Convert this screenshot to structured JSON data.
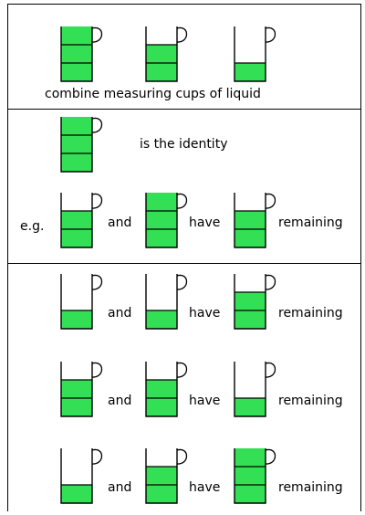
{
  "colors": {
    "liquid": "#33e055",
    "stroke": "#000000",
    "background": "#ffffff"
  },
  "section1": {
    "caption": "combine measuring cups of liquid",
    "cups": [
      {
        "fill_thirds": 3
      },
      {
        "fill_thirds": 2
      },
      {
        "fill_thirds": 1
      }
    ]
  },
  "section2": {
    "identity_cup": {
      "fill_thirds": 3
    },
    "identity_text": "is the identity",
    "example": {
      "prefix": "e.g.",
      "left": {
        "fill_thirds": 2
      },
      "connector": "and",
      "right": {
        "fill_thirds": 3
      },
      "verb": "have",
      "result": {
        "fill_thirds": 2
      },
      "suffix": "remaining"
    }
  },
  "section3": {
    "rows": [
      {
        "left": {
          "fill_thirds": 1
        },
        "connector": "and",
        "right": {
          "fill_thirds": 1
        },
        "verb": "have",
        "result": {
          "fill_thirds": 2
        },
        "suffix": "remaining"
      },
      {
        "left": {
          "fill_thirds": 2
        },
        "connector": "and",
        "right": {
          "fill_thirds": 2
        },
        "verb": "have",
        "result": {
          "fill_thirds": 1
        },
        "suffix": "remaining"
      },
      {
        "left": {
          "fill_thirds": 1
        },
        "connector": "and",
        "right": {
          "fill_thirds": 2
        },
        "verb": "have",
        "result": {
          "fill_thirds": 3
        },
        "suffix": "remaining"
      }
    ]
  }
}
